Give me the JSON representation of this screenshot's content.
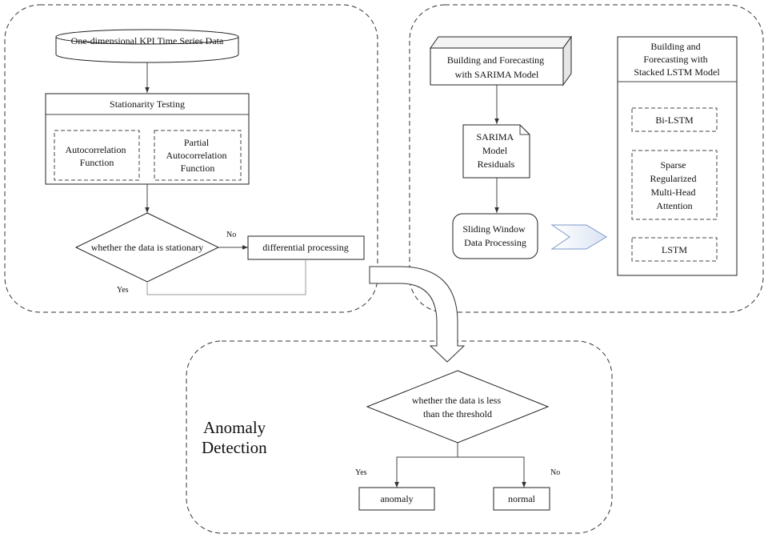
{
  "left_panel": {
    "data_source": "One-dimensional KPI Time Series Data",
    "stationarity_title": "Stationarity Testing",
    "acf": [
      "Autocorrelation",
      "Function"
    ],
    "pacf": [
      "Partial",
      "Autocorrelation",
      "Function"
    ],
    "decision": "whether the data is stationary",
    "no_label": "No",
    "yes_label": "Yes",
    "differential": "differential processing"
  },
  "right_panel": {
    "sarima": [
      "Building and Forecasting",
      "with SARIMA Model"
    ],
    "residuals": [
      "SARIMA",
      "Model",
      "Residuals"
    ],
    "sliding": [
      "Sliding Window",
      "Data Processing"
    ],
    "lstm_header": [
      "Building and",
      "Forecasting with",
      "Stacked LSTM Model"
    ],
    "bilstm": "Bi-LSTM",
    "attention": [
      "Sparse",
      "Regularized",
      "Multi-Head",
      "Attention"
    ],
    "lstm": "LSTM"
  },
  "bottom_panel": {
    "title": [
      "Anomaly",
      "Detection"
    ],
    "decision": [
      "whether the data is less",
      "than the threshold"
    ],
    "yes_label": "Yes",
    "no_label": "No",
    "anomaly": "anomaly",
    "normal": "normal"
  }
}
